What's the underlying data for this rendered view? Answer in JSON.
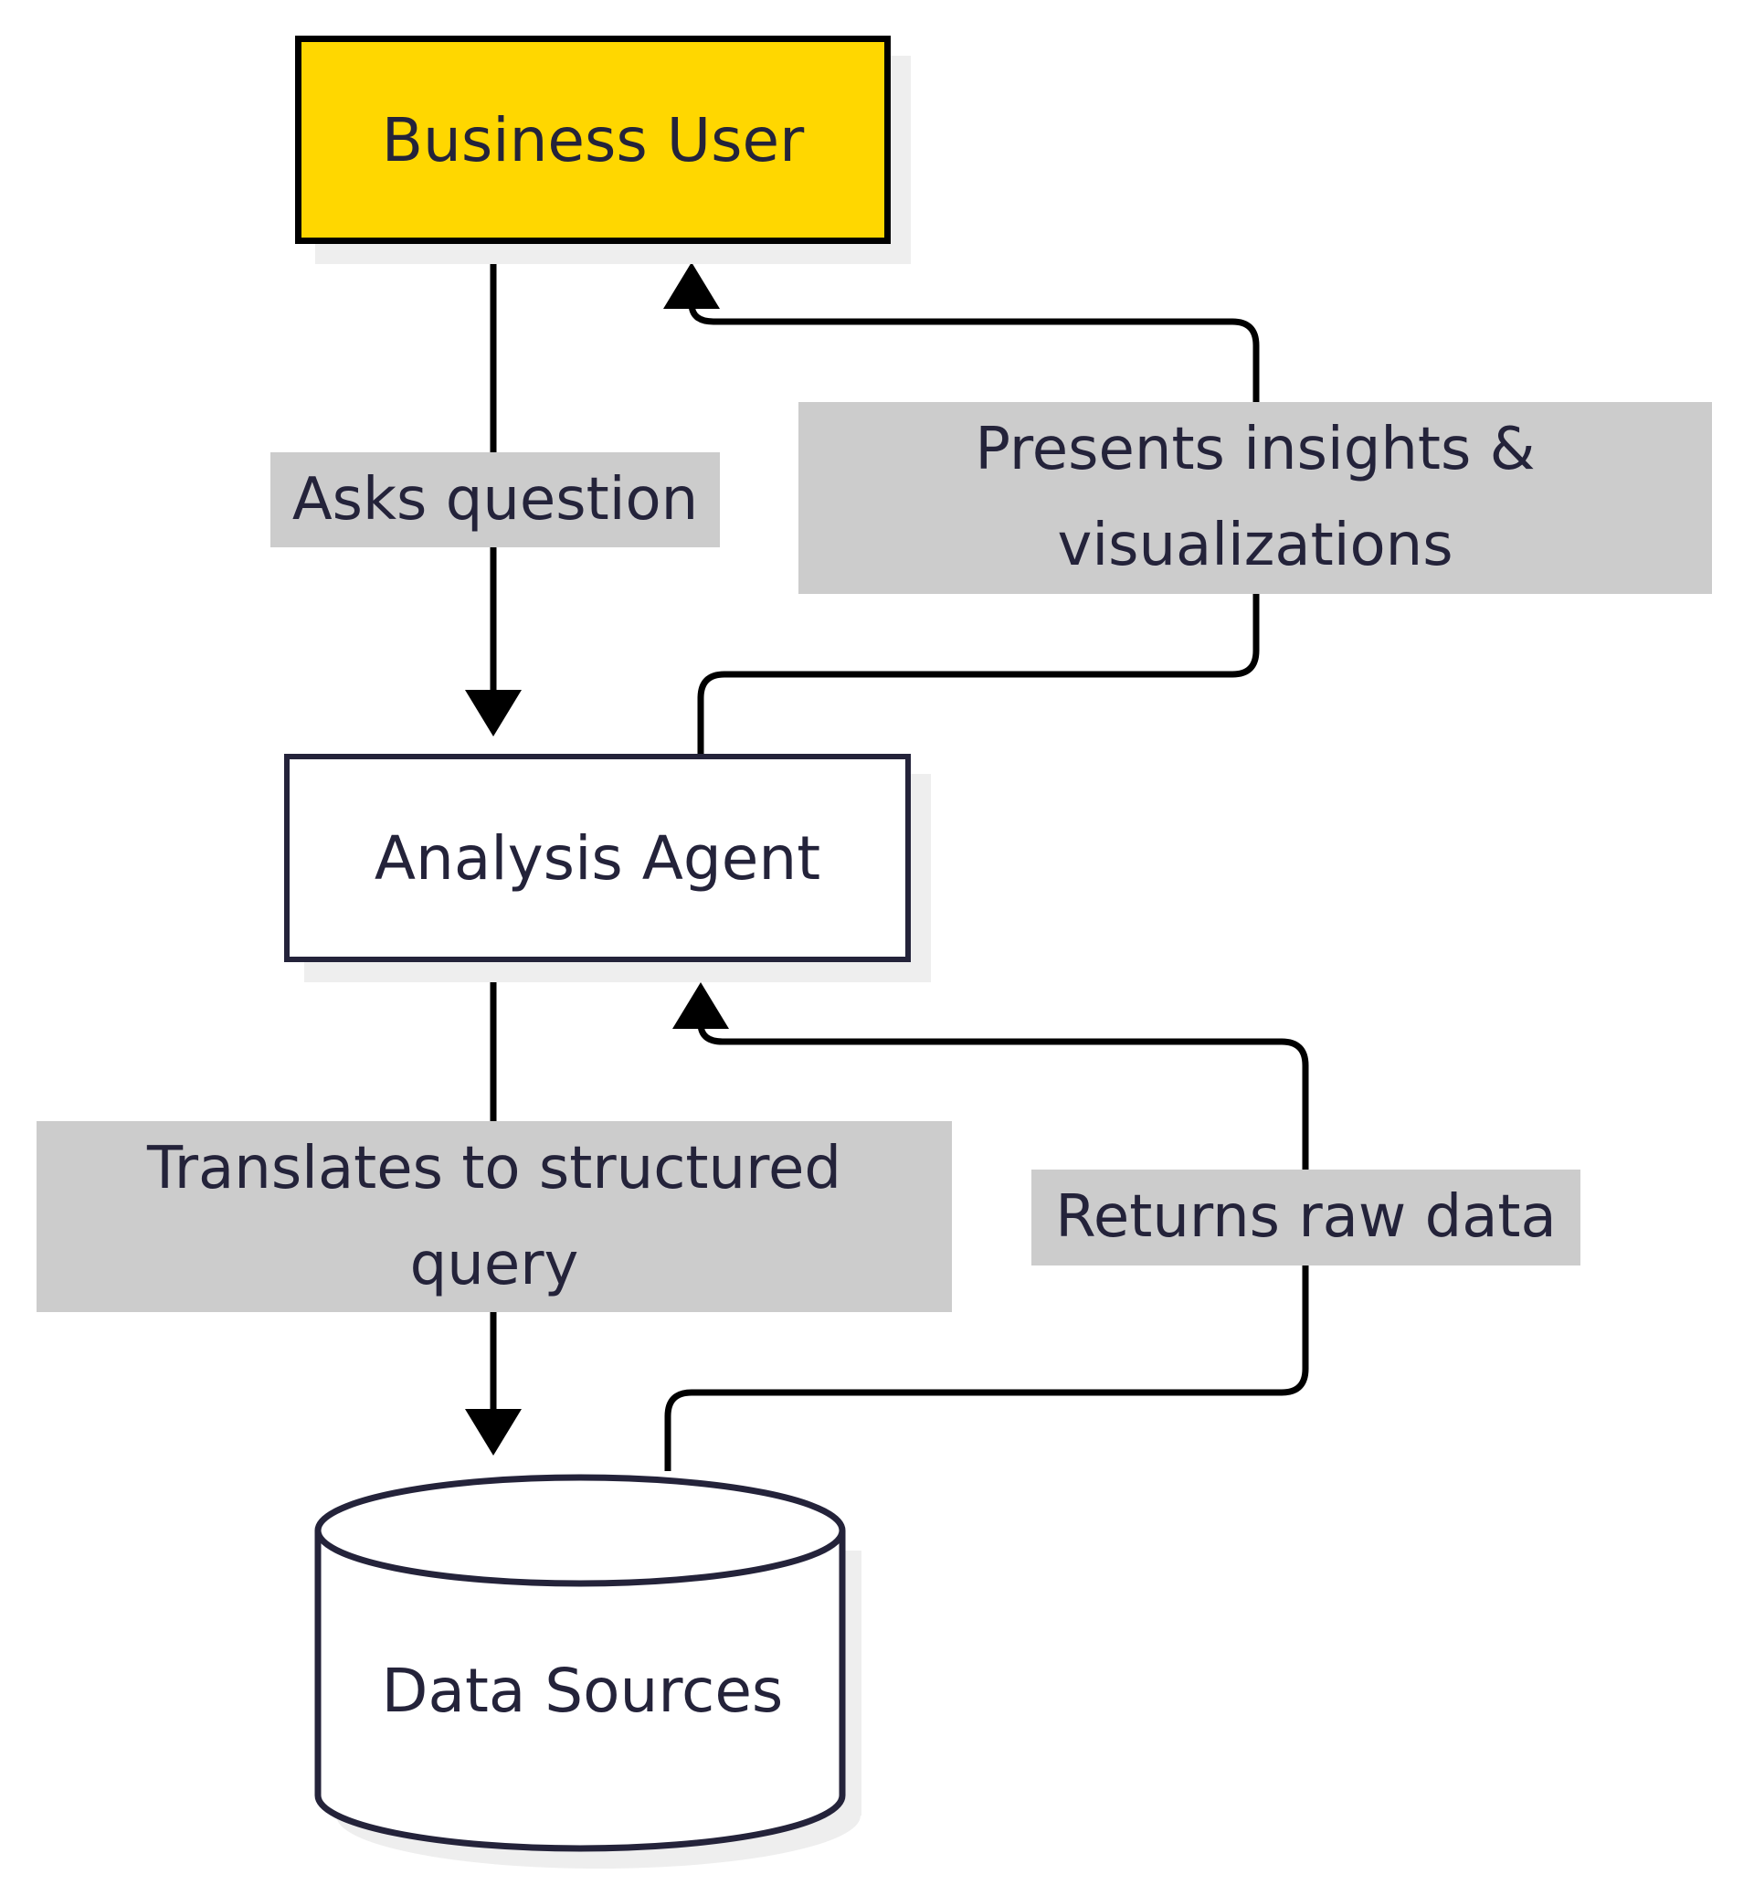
{
  "nodes": {
    "business_user": "Business User",
    "analysis_agent": "Analysis Agent",
    "data_sources": "Data Sources"
  },
  "edges": {
    "asks_question": "Asks question",
    "presents_insights": "Presents insights &\nvisualizations",
    "translates_query": "Translates to structured\nquery",
    "returns_raw_data": "Returns raw data"
  },
  "colors": {
    "business_user_fill": "#ffd700",
    "edge_label_fill": "#cccccc",
    "text": "#24233a"
  }
}
